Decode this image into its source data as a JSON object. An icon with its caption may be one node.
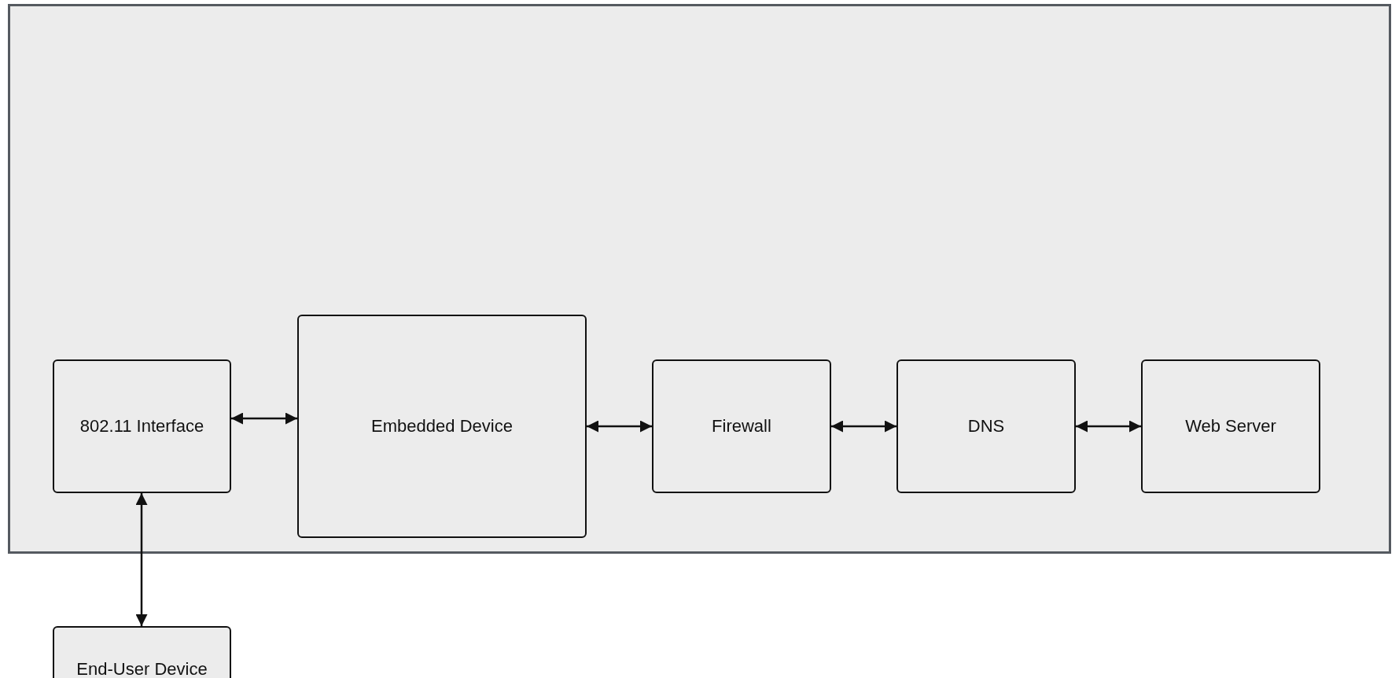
{
  "diagram": {
    "nodes": [
      {
        "text": [],
        "shape": "box"
      },
      {
        "text": [
          "802.11 Interface"
        ],
        "in": 0
      },
      {
        "text": [
          "Embedded Device"
        ],
        "in": 0
      },
      {
        "text": [
          "Firewall"
        ],
        "in": 0
      },
      {
        "text": [
          "DNS"
        ],
        "in": 0
      },
      {
        "text": [
          "Web Server"
        ],
        "in": 0
      },
      {
        "text": [
          "End-User Device"
        ]
      }
    ],
    "edges": [
      {
        "from": 1,
        "to": 2,
        "arrow": "both"
      },
      {
        "from": 2,
        "to": 3,
        "arrow": "both"
      },
      {
        "from": 3,
        "to": 4,
        "arrow": "both"
      },
      {
        "from": 4,
        "to": 5,
        "arrow": "both"
      },
      {
        "from": 1,
        "to": 6,
        "arrow": "both"
      }
    ]
  }
}
